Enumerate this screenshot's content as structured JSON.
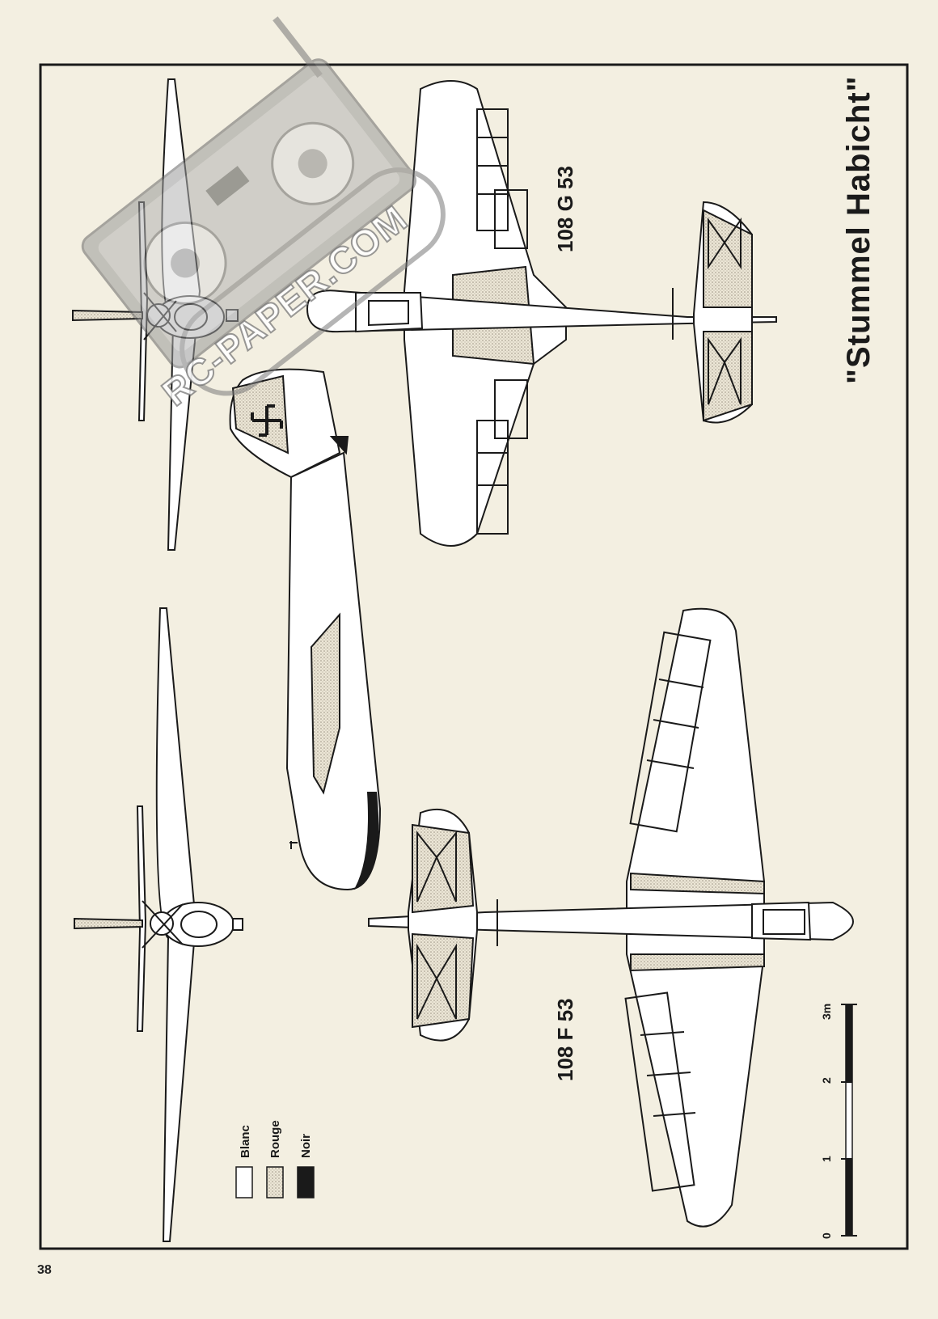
{
  "title": "\"Stummel Habicht\"",
  "page_number": "38",
  "variants": {
    "upper": "108 G 53",
    "lower": "108 F 53"
  },
  "legend": [
    {
      "label": "Blanc",
      "color": "#ffffff"
    },
    {
      "label": "Rouge",
      "color": "#d9d2c4"
    },
    {
      "label": "Noir",
      "color": "#1a1a1a"
    }
  ],
  "scale_bar": {
    "ticks": [
      "0",
      "1",
      "2",
      "3m"
    ]
  },
  "watermark": {
    "text": "RC-PAPER.COM"
  },
  "colors": {
    "paper": "#f3efe1",
    "ink": "#1a1a1a",
    "stipple": "#d9d2c4"
  }
}
